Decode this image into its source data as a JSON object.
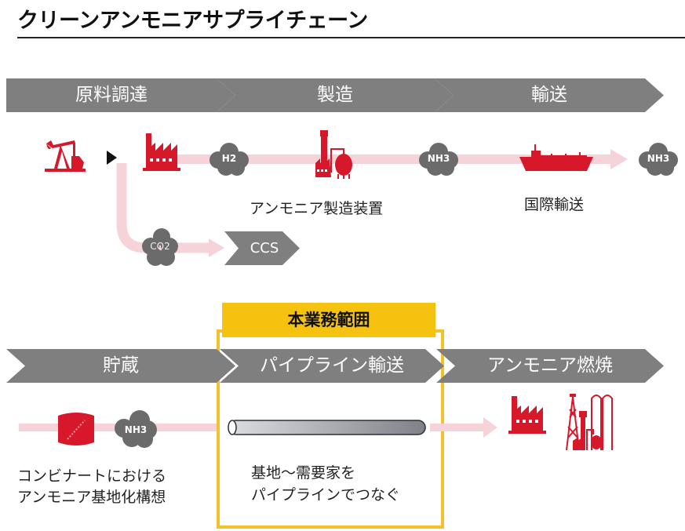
{
  "title": "クリーンアンモニアサプライチェーン",
  "top_stages": [
    {
      "label": "原料調達"
    },
    {
      "label": "製造"
    },
    {
      "label": "輸送"
    }
  ],
  "bottom_stages": [
    {
      "label": "貯蔵"
    },
    {
      "label": "パイプライン輸送"
    },
    {
      "label": "アンモニア燃焼"
    }
  ],
  "clouds": {
    "h2": "H2",
    "nh3_after_plant": "NH3",
    "nh3_after_ship": "NH3",
    "co2": "CO2",
    "nh3_storage": "NH3"
  },
  "ccs_label": "CCS",
  "captions": {
    "ammonia_plant": "アンモニア製造装置",
    "international_transport": "国際輸送",
    "storage_line1": "コンビナートにおける",
    "storage_line2": "アンモニア基地化構想",
    "pipeline_line1": "基地～需要家を",
    "pipeline_line2": "パイプラインでつなぐ"
  },
  "scope_label": "本業務範囲",
  "colors": {
    "chevron_gray": "#7f7f7f",
    "icon_red": "#d7182a",
    "cloud_gray": "#6b6b6b",
    "flow_pink": "#f6d3d8",
    "scope_yellow": "#f5c30f",
    "scope_border": "#f2c12e"
  }
}
